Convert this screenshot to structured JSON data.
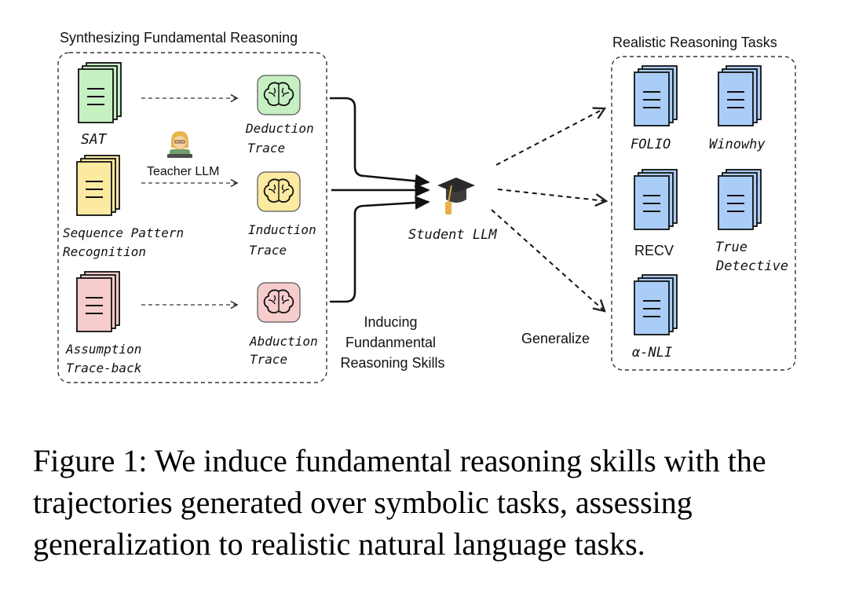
{
  "left_panel": {
    "title": "Synthesizing Fundamental Reasoning",
    "teacher_label": "Teacher LLM",
    "sources": [
      {
        "label_lines": [
          "SAT"
        ],
        "color": "#c6efc2"
      },
      {
        "label_lines": [
          "Sequence Pattern",
          "Recognition"
        ],
        "color": "#fbeaa0"
      },
      {
        "label_lines": [
          "Assumption",
          "Trace-back"
        ],
        "color": "#f7cccc"
      }
    ],
    "traces": [
      {
        "label_lines": [
          "Deduction",
          "Trace"
        ],
        "color": "#c6efc2"
      },
      {
        "label_lines": [
          "Induction",
          "Trace"
        ],
        "color": "#fbeaa0"
      },
      {
        "label_lines": [
          "Abduction",
          "Trace"
        ],
        "color": "#f7cccc"
      }
    ]
  },
  "middle": {
    "student_label": "Student LLM",
    "inducing_lines": [
      "Inducing",
      "Fundanmental",
      "Reasoning Skills"
    ],
    "generalize_label": "Generalize"
  },
  "right_panel": {
    "title": "Realistic Reasoning Tasks",
    "doc_color": "#a9cdf6",
    "tasks": [
      {
        "label_lines": [
          "FOLIO"
        ]
      },
      {
        "label_lines": [
          "Winowhy"
        ]
      },
      {
        "label_lines": [
          "RECV"
        ]
      },
      {
        "label_lines": [
          "True",
          "Detective"
        ]
      },
      {
        "label_lines": [
          "α-NLI"
        ]
      }
    ]
  },
  "caption": "Figure 1: We induce fundamental reasoning skills with the trajectories generated over symbolic tasks, assessing generalization to realistic natural language tasks."
}
